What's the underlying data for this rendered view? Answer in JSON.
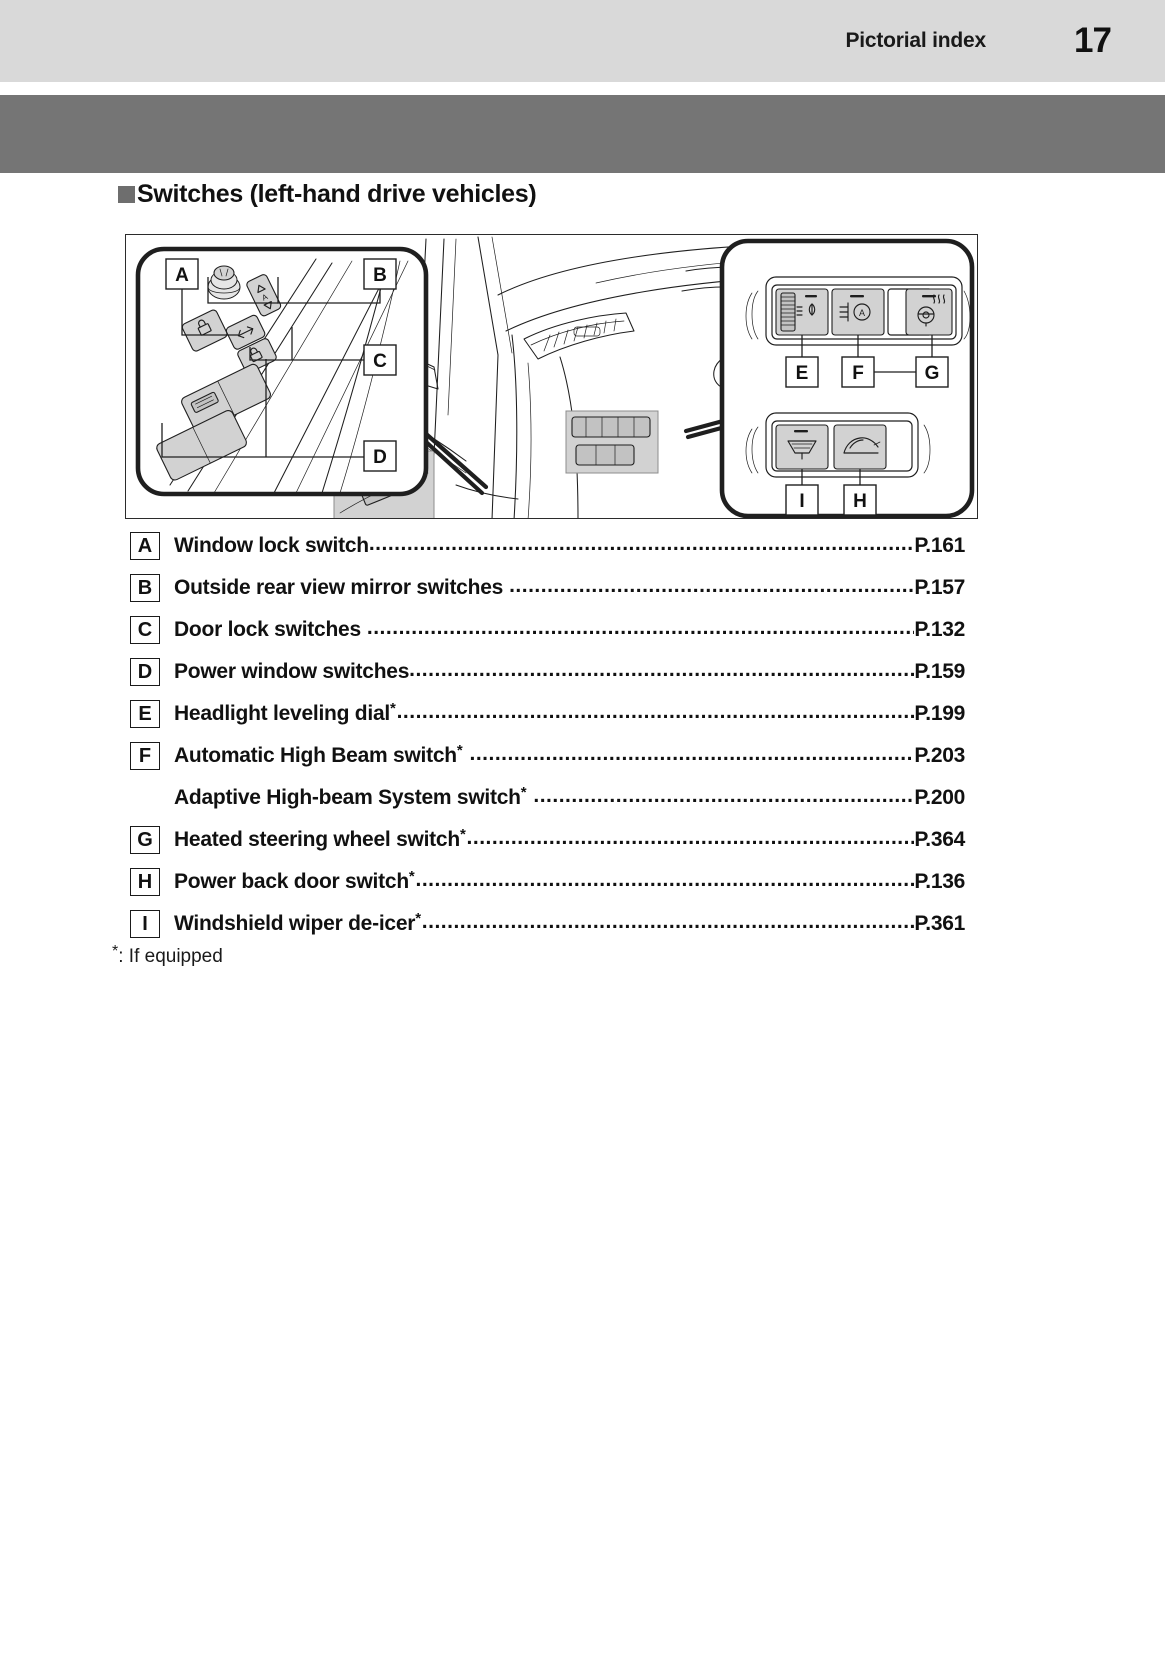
{
  "header": {
    "title": "Pictorial index",
    "page_number": "17"
  },
  "section": {
    "heading": "Switches (left-hand drive vehicles)",
    "bullet_icon": "filled-square-bullet"
  },
  "figure": {
    "left_callout": {
      "labels": [
        "A",
        "B",
        "C",
        "D"
      ],
      "description": "driver door trim panel with mirror dial, mirror select switch, door lock switches and power window switches"
    },
    "right_callout": {
      "labels": [
        "E",
        "F",
        "G",
        "I",
        "H"
      ],
      "description": "lower instrument panel switch bank and secondary switch bank"
    },
    "center": {
      "description": "left-hand drive dashboard with steering wheel, air vents and highlighted switch panels"
    },
    "switch_icons": {
      "E": "headlight-leveling-dial-icon",
      "F": "automatic-high-beam-icon",
      "G": "heated-steering-wheel-icon",
      "I": "windshield-wiper-deicer-icon",
      "H": "power-back-door-icon"
    }
  },
  "legend": {
    "items": [
      {
        "letter": "A",
        "label": "Window lock switch",
        "starred": false,
        "page": "P.161"
      },
      {
        "letter": "B",
        "label": "Outside rear view mirror switches",
        "starred": false,
        "page": "P.157",
        "trailing_space": true
      },
      {
        "letter": "C",
        "label": "Door lock switches",
        "starred": false,
        "page": "P.132",
        "trailing_space": true
      },
      {
        "letter": "D",
        "label": "Power window switches",
        "starred": false,
        "page": "P.159"
      },
      {
        "letter": "E",
        "label": "Headlight leveling dial",
        "starred": true,
        "page": "P.199"
      },
      {
        "letter": "F",
        "label": "Automatic High Beam switch",
        "starred": true,
        "page": "P.203",
        "trailing_space": true
      },
      {
        "letter": "",
        "label": "Adaptive High-beam System switch",
        "starred": true,
        "page": "P.200",
        "trailing_space": true
      },
      {
        "letter": "G",
        "label": "Heated steering wheel switch",
        "starred": true,
        "page": "P.364"
      },
      {
        "letter": "H",
        "label": "Power back door switch",
        "starred": true,
        "page": "P.136"
      },
      {
        "letter": "I",
        "label": "Windshield wiper de-icer",
        "starred": true,
        "page": "P.361"
      }
    ]
  },
  "footnote": {
    "star": "*",
    "text": ": If equipped"
  },
  "colors": {
    "header_band": "#d9d9d9",
    "gray_band": "#757575",
    "text": "#111111",
    "switch_fill": "#d2d2d2",
    "line": "#1a1a1a"
  }
}
